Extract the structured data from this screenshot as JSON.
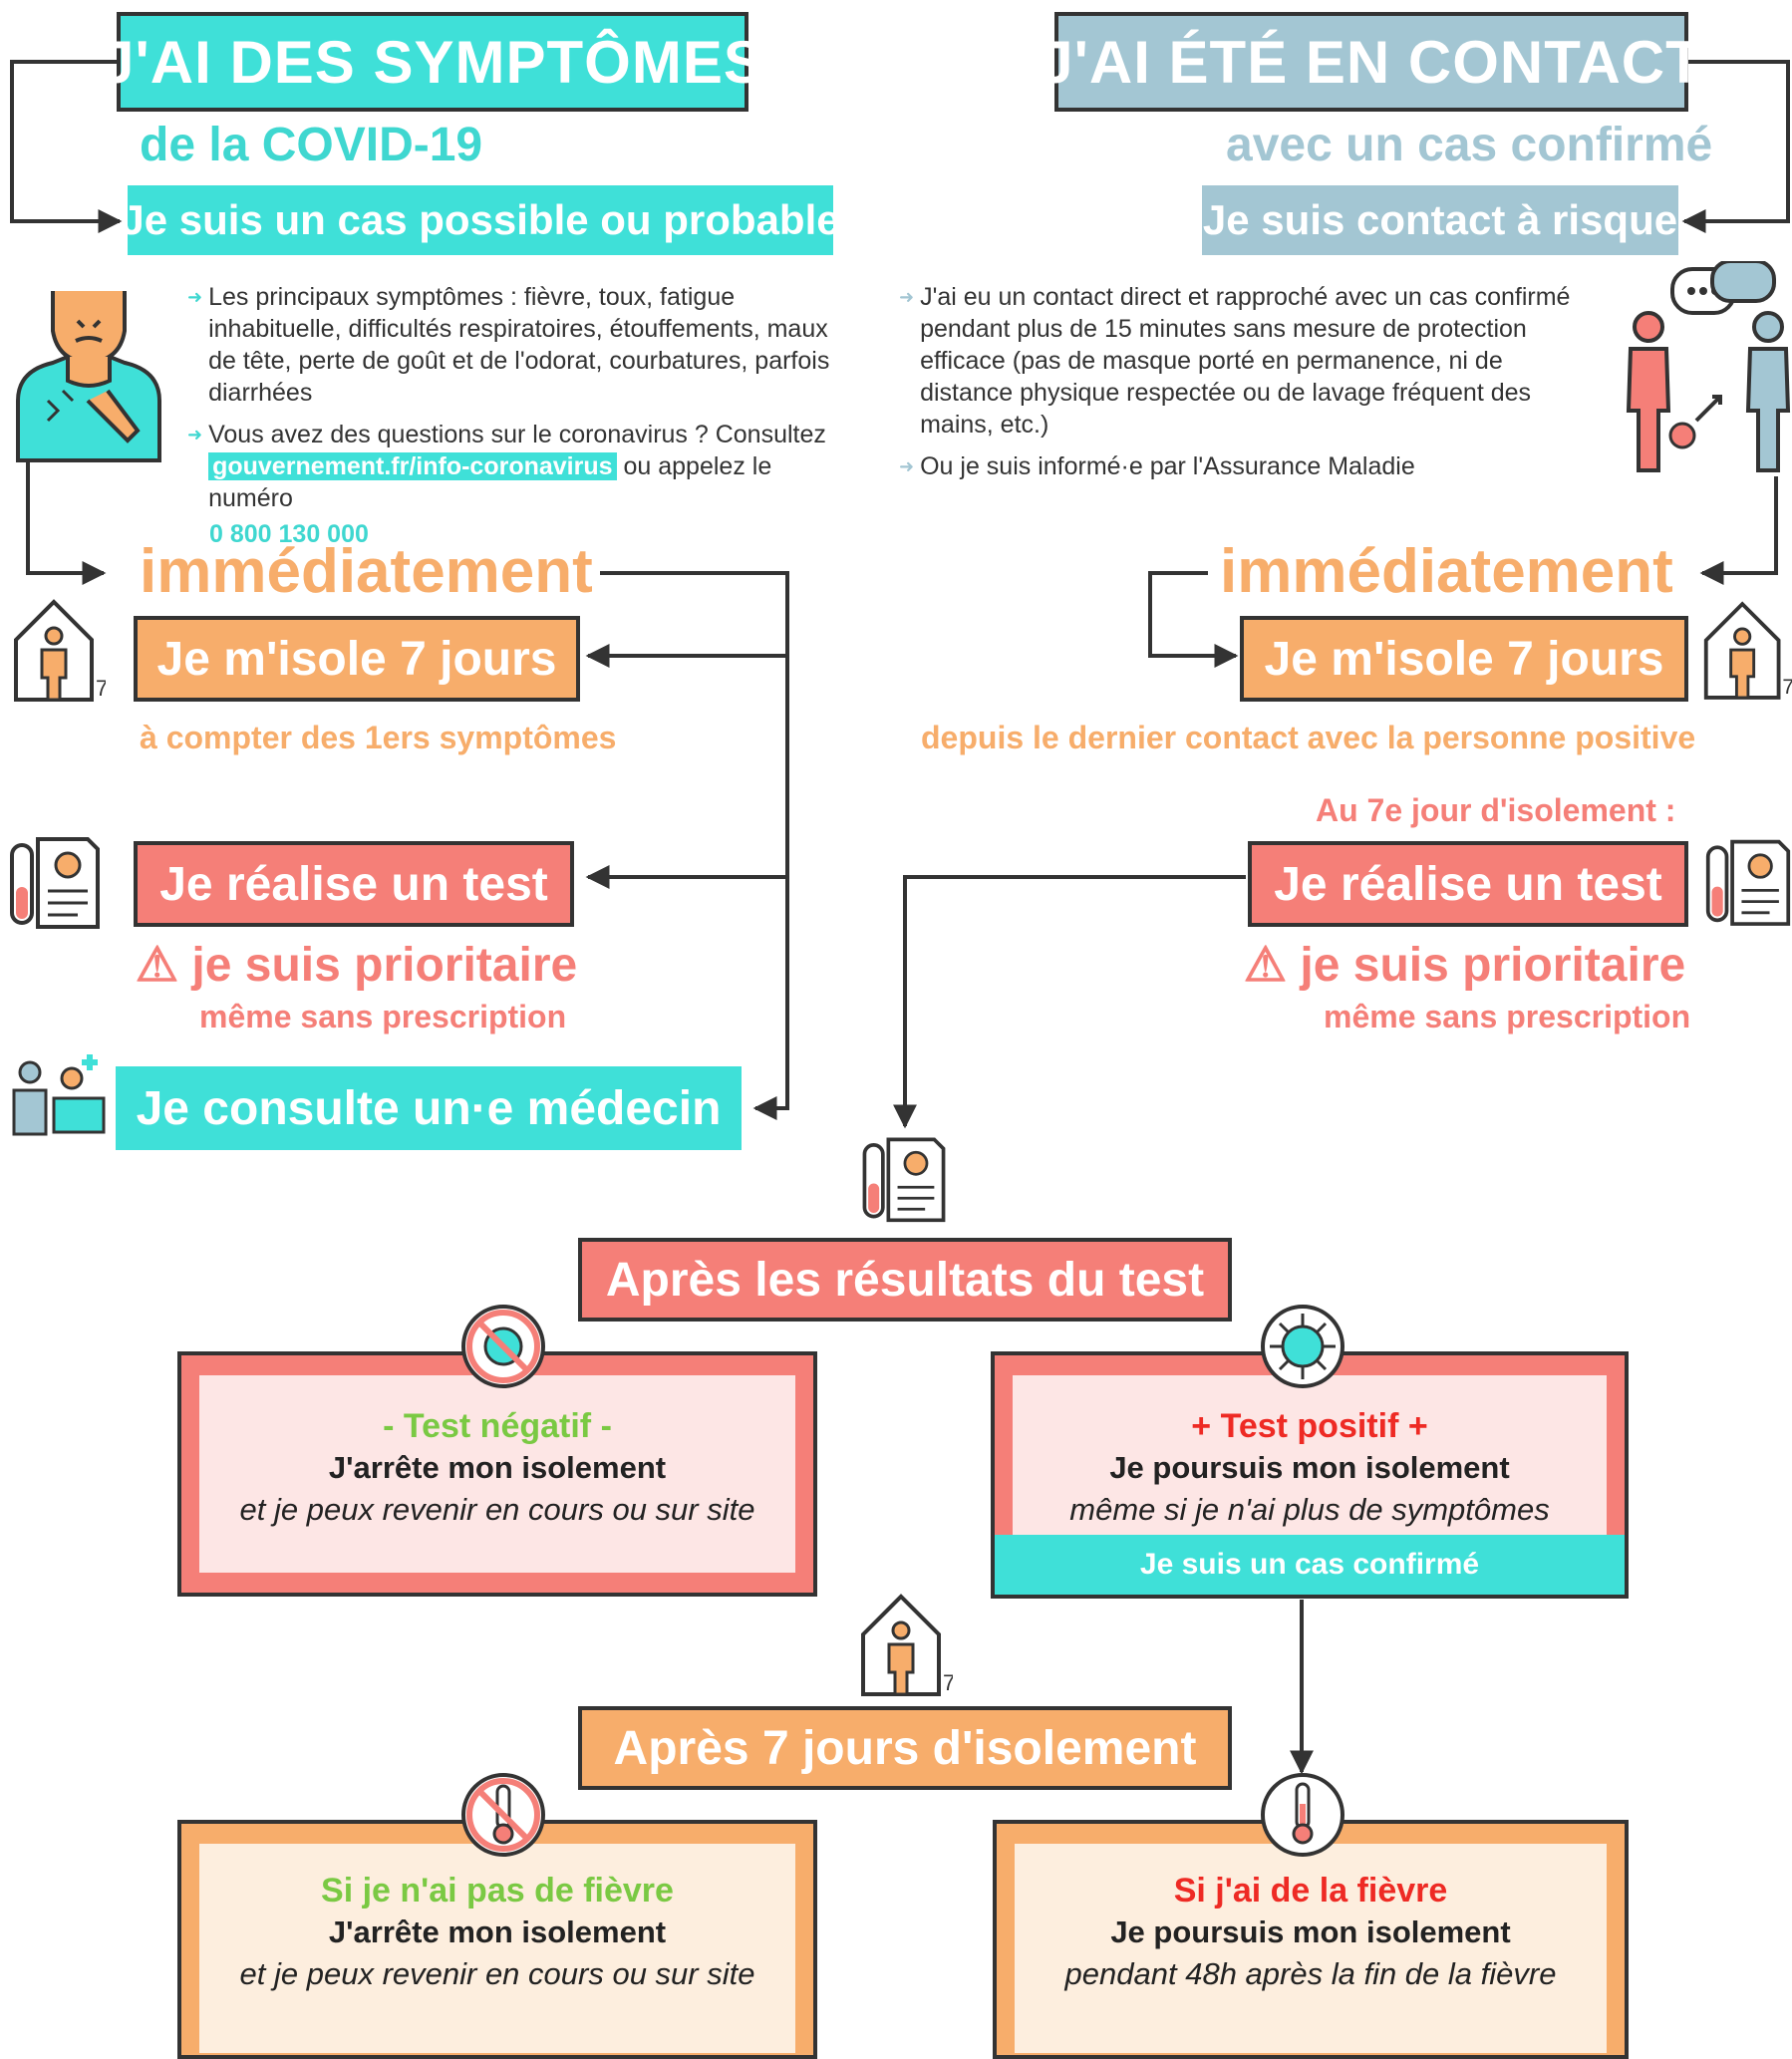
{
  "left": {
    "title": "J'AI DES SYMPTÔMES",
    "subtitle": "de la COVID-19",
    "status": "Je suis un cas possible ou probable",
    "bullet1": "Les principaux symptômes : fièvre, toux, fatigue inhabituelle, difficultés respiratoires, étouffements, maux de tête, perte de goût et de l'odorat, courbatures, parfois diarrhées",
    "bullet2_prefix": "Vous avez des questions sur le coronavirus ? Consultez",
    "bullet2_link": "gouvernement.fr/info-coronavirus",
    "bullet2_suffix": "ou appelez le numéro",
    "phone": "0 800 130 000",
    "immediately": "immédiatement",
    "isolate": "Je m'isole 7 jours",
    "isolate_note": "à compter des 1ers symptômes",
    "test": "Je réalise un test",
    "priority": "je suis prioritaire",
    "no_prescription": "même sans prescription",
    "consult": "Je consulte un·e médecin"
  },
  "right": {
    "title": "J'AI ÉTÉ EN CONTACT",
    "subtitle": "avec un cas confirmé",
    "status": "Je suis contact à risque",
    "bullet1": "J'ai eu un contact direct et rapproché avec un cas confirmé pendant plus de 15 minutes sans mesure de protection efficace (pas de masque porté en permanence, ni de distance physique respectée ou de lavage fréquent des mains, etc.)",
    "bullet2": "Ou je suis informé·e par l'Assurance Maladie",
    "immediately": "immédiatement",
    "isolate": "Je m'isole 7 jours",
    "isolate_note": "depuis le dernier contact avec la personne positive",
    "day7": "Au 7e jour d'isolement :",
    "test": "Je réalise un test",
    "priority": "je suis prioritaire",
    "no_prescription": "même sans prescription"
  },
  "results": {
    "heading": "Après les résultats du test",
    "negative_title": "- Test négatif -",
    "negative_line2": "J'arrête mon isolement",
    "negative_line3": "et je peux revenir en cours ou sur site",
    "positive_title": "+ Test positif +",
    "positive_line2": "Je poursuis mon isolement",
    "positive_line3": "même si je n'ai plus de symptômes",
    "confirmed": "Je suis un cas confirmé"
  },
  "after7": {
    "heading": "Après 7 jours d'isolement",
    "nofever_title": "Si je n'ai pas de fièvre",
    "nofever_line2": "J'arrête mon isolement",
    "nofever_line3": "et je peux revenir en cours ou sur site",
    "fever_title": "Si j'ai de la fièvre",
    "fever_line2": "Je poursuis mon isolement",
    "fever_line3": "pendant 48h après la fin de la fièvre"
  },
  "icon_labels": {
    "house_days": "7"
  },
  "colors": {
    "teal": "#3fe0d8",
    "blue": "#a3c6d3",
    "orange": "#f7ad6b",
    "coral": "#f57f78",
    "green": "#7ac943",
    "red": "#ee2a24"
  }
}
